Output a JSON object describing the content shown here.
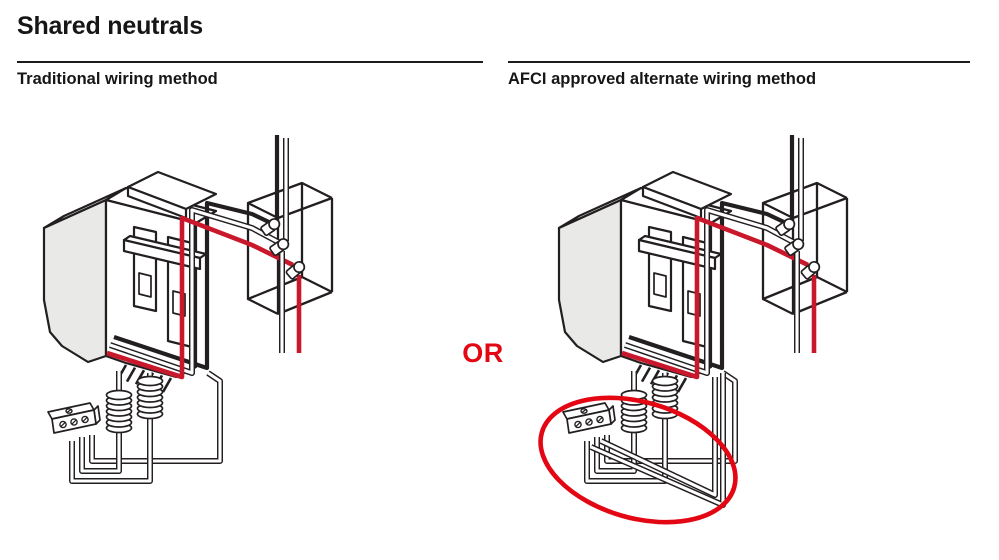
{
  "header": {
    "title": "Shared neutrals"
  },
  "columns": {
    "left": {
      "subtitle": "Traditional wiring method"
    },
    "right": {
      "subtitle": "AFCI approved alternate wiring method"
    }
  },
  "separator": {
    "label": "OR"
  },
  "colors": {
    "text": "#161616",
    "outline": "#231f20",
    "panel_gray": "#e9e9e7",
    "wire_red": "#c9182b",
    "accent_red": "#e30613",
    "wire_white": "#ffffff"
  },
  "diagrams": {
    "left": {
      "name": "traditional-wiring-method",
      "parts": [
        "two-pole-breaker",
        "pigtail-coils",
        "neutral-terminal-bar",
        "junction-box",
        "wire-nuts",
        "black-hot-wire",
        "red-hot-wire",
        "white-neutral-wires"
      ],
      "highlight_circle": false
    },
    "right": {
      "name": "afci-approved-alternate-wiring-method",
      "parts": [
        "two-pole-breaker",
        "pigtail-coils",
        "neutral-terminal-bar",
        "junction-box",
        "wire-nuts",
        "black-hot-wire",
        "red-hot-wire",
        "white-neutral-wires",
        "shared-neutral-pigtail"
      ],
      "highlight_circle": true
    }
  }
}
